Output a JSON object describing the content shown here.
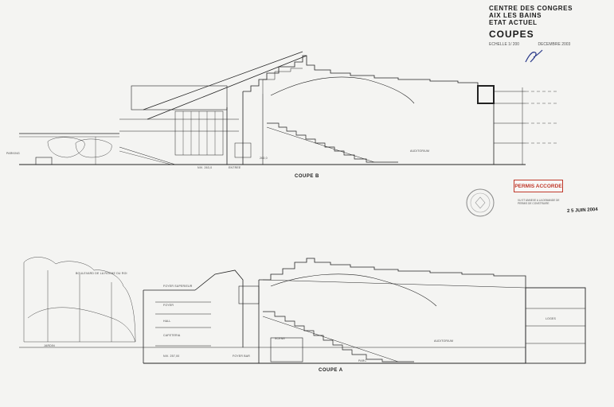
{
  "title_block": {
    "line1": "CENTRE DES CONGRES",
    "line2": "AIX LES BAINS",
    "line3": "ETAT ACTUEL",
    "heading": "COUPES",
    "scale": "ECHELLE 1/ 200",
    "date": "DECEMBRE 2003"
  },
  "section_b": {
    "caption": "COUPE B",
    "labels": {
      "left": "PARKING",
      "auditorium": "AUDITORIUM",
      "level_a": "NIV. 263,0",
      "level_b": "ENTREE",
      "level_c": "263,0"
    }
  },
  "section_a": {
    "caption": "COUPE A",
    "labels": {
      "top_left": "BOULEVARD DE LA ROCHE DU ROI",
      "foyer_top": "FOYER SUPERIEUR",
      "foyer": "FOYER",
      "hall": "HALL",
      "cafeteria": "CAFETERIA",
      "garden": "JARDIN",
      "level_low": "NIV. 257,00",
      "wc": "FOYER BAR",
      "scene": "SCENE",
      "auditorium": "AUDITORIUM",
      "loge": "LOGES",
      "terrace": "PARC"
    }
  },
  "stamp": {
    "text": "PERMIS ACCORDE",
    "date": "2 5 JUIN 2004",
    "note": "VU ET ANNEXE A LA DEMANDE DE PERMIS DE CONSTRUIRE"
  },
  "colors": {
    "ink": "#1a1a1a",
    "stamp": "#c0392b",
    "paper": "#f4f4f2"
  }
}
